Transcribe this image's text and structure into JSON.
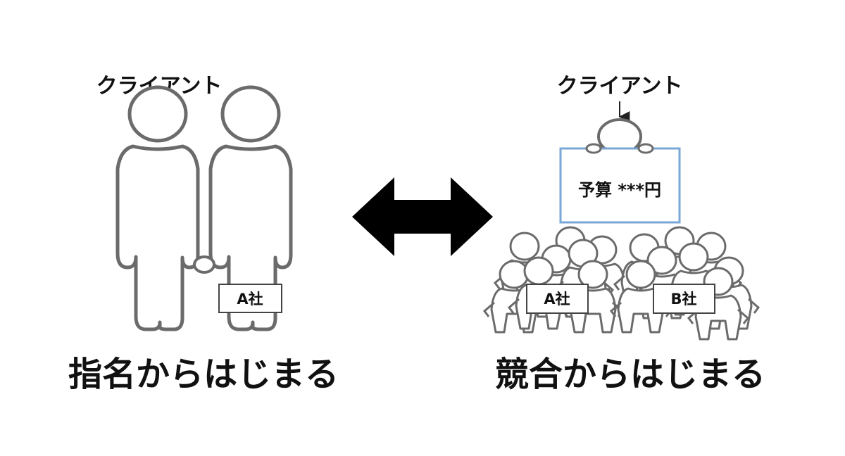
{
  "left_panel": {
    "client_label": "クライアント",
    "company_tag": "A社",
    "caption": "指名からはじまる"
  },
  "right_panel": {
    "client_label": "クライアント",
    "budget_sign": "予算 ***円",
    "company_a_tag": "A社",
    "company_b_tag": "B社",
    "caption": "競合からはじまる"
  }
}
